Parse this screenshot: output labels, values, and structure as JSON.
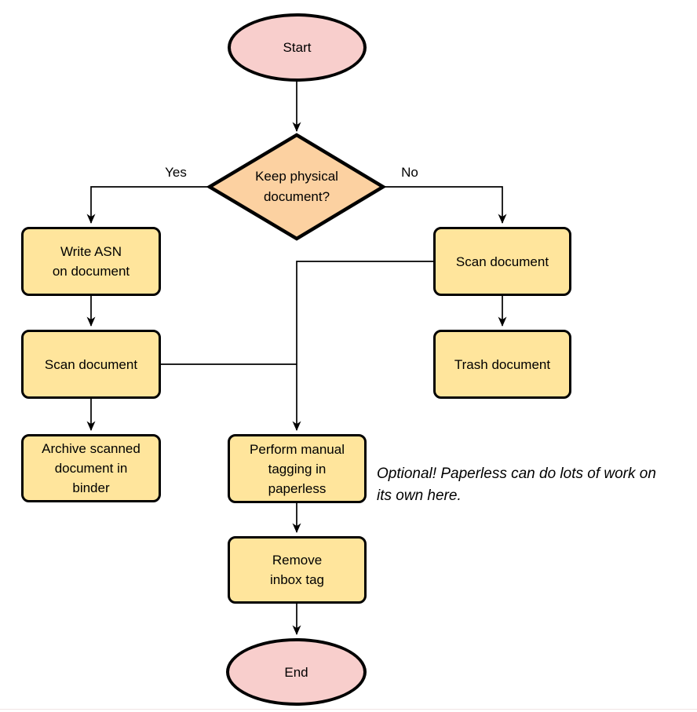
{
  "colors": {
    "terminal_fill": "#f8cecc",
    "decision_fill": "#fcd1a1",
    "process_fill": "#ffe59c",
    "stroke": "#000000",
    "text": "#000000"
  },
  "nodes": {
    "start": {
      "label": "Start"
    },
    "decision": {
      "label": [
        "Keep physical",
        "document?"
      ]
    },
    "write_asn": {
      "label": [
        "Write ASN",
        "on document"
      ]
    },
    "scan_left": {
      "label": "Scan document"
    },
    "archive": {
      "label": [
        "Archive scanned",
        "document in",
        "binder"
      ]
    },
    "scan_right": {
      "label": "Scan document"
    },
    "trash": {
      "label": "Trash document"
    },
    "tagging": {
      "label": [
        "Perform manual",
        "tagging in",
        "paperless"
      ]
    },
    "remove_inbox": {
      "label": [
        "Remove",
        "inbox tag"
      ]
    },
    "end": {
      "label": "End"
    }
  },
  "edges": {
    "yes_label": "Yes",
    "no_label": "No"
  },
  "note": [
    "Optional! Paperless can do lots of work on",
    "its own here."
  ]
}
